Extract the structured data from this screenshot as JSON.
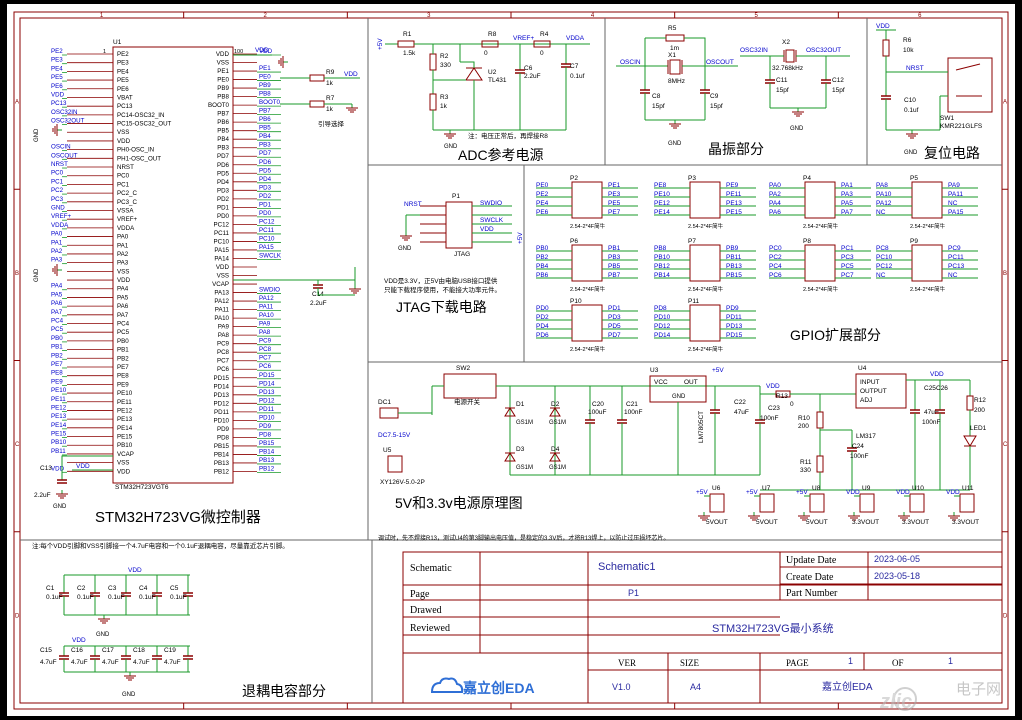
{
  "colors": {
    "wire": "#1a9a2a",
    "comp": "#8b0000",
    "net": "#0000cc",
    "frame": "#8b0000",
    "paper": "#ffffff",
    "logo": "#2f6fd6"
  },
  "frame": {
    "cols": [
      "1",
      "2",
      "3",
      "4",
      "5",
      "6"
    ],
    "rows": [
      "A",
      "B",
      "C",
      "D"
    ]
  },
  "blocks": {
    "mcu": "STM32H723VG微控制器",
    "adc": "ADC参考电源",
    "xtal": "晶振部分",
    "reset": "复位电路",
    "jtag": "JTAG下载电路",
    "gpio": "GPIO扩展部分",
    "power": "5V和3.3v电源原理图",
    "decoup": "退耦电容部分"
  },
  "notes": {
    "adc_note": "注：电压正常后，再焊接R8",
    "jtag_note1": "VDD是3.3V，正5V由电脑USB接口提供",
    "jtag_note2": "只能下载程序使用，不能接大功率元件。",
    "decoup_note": "注:每个VDD引脚和VSS引脚接一个4.7uF电容和一个0.1uF退耦电容，尽量靠近芯片引脚。",
    "power_note": "调试时，先不焊接R13，测试U4的第3脚输出电压值，是稳定的3.3V后，才将R13焊上，以防止过压损坏芯片。",
    "boot_note": "引导选择",
    "sw_label": "电源开关"
  },
  "mcu": {
    "ref": "U1",
    "part": "STM32H723VGT6",
    "left_pins": [
      "PE2",
      "PE3",
      "PE4",
      "PE5",
      "PE6",
      "VBAT",
      "PC13",
      "PC14-OSC32_IN",
      "PC15-OSC32_OUT",
      "VSS",
      "VDD",
      "PH0-OSC_IN",
      "PH1-OSC_OUT",
      "NRST",
      "PC0",
      "PC1",
      "PC2_C",
      "PC3_C",
      "VSSA",
      "VREF+",
      "VDDA",
      "PA0",
      "PA1",
      "PA2",
      "PA3",
      "VSS",
      "VDD",
      "PA4",
      "PA5",
      "PA6",
      "PA7",
      "PC4",
      "PC5",
      "PB0",
      "PB1",
      "PB2",
      "PE7",
      "PE8",
      "PE9",
      "PE10",
      "PE11",
      "PE12",
      "PE13",
      "PE14",
      "PE15",
      "PB10",
      "VCAP",
      "VSS",
      "VDD"
    ],
    "left_nets": [
      "PE2",
      "PE3",
      "PE4",
      "PE5",
      "PE6",
      "VDD",
      "PC13",
      "OSC32IN",
      "OSC32OUT",
      "",
      "",
      "OSCIN",
      "OSCOUT",
      "NRST",
      "PC0",
      "PC1",
      "PC2",
      "PC3",
      "GND",
      "VREF+",
      "VDDA",
      "PA0",
      "PA1",
      "PA2",
      "PA3",
      "",
      "",
      "PA4",
      "PA5",
      "PA6",
      "PA7",
      "PC4",
      "PC5",
      "PB0",
      "PB1",
      "PB2",
      "PE7",
      "PE8",
      "PE9",
      "PE10",
      "PE11",
      "PE12",
      "PE13",
      "PE14",
      "PE15",
      "PB10",
      "PB11",
      "",
      "VDD"
    ],
    "right_pins": [
      "VDD",
      "VSS",
      "PE1",
      "PE0",
      "PB9",
      "PB8",
      "BOOT0",
      "PB7",
      "PB6",
      "PB5",
      "PB4",
      "PB3",
      "PD7",
      "PD6",
      "PD5",
      "PD4",
      "PD3",
      "PD2",
      "PD1",
      "PD0",
      "PC12",
      "PC11",
      "PC10",
      "PA15",
      "PA14",
      "VDD",
      "VSS",
      "VCAP",
      "PA13",
      "PA12",
      "PA11",
      "PA10",
      "PA9",
      "PA8",
      "PC9",
      "PC8",
      "PC7",
      "PC6",
      "PD15",
      "PD14",
      "PD13",
      "PD12",
      "PD11",
      "PD10",
      "PD9",
      "PD8",
      "PB15",
      "PB14",
      "PB13",
      "PB12"
    ],
    "right_nets": [
      "VDD",
      "",
      "PE1",
      "PE0",
      "PB9",
      "PB8",
      "BOOT0",
      "PB7",
      "PB6",
      "PB5",
      "PB4",
      "PB3",
      "PD7",
      "PD6",
      "PD5",
      "PD4",
      "PD3",
      "PD2",
      "PD1",
      "PD0",
      "PC12",
      "PC11",
      "PC10",
      "PA15",
      "SWCLK",
      "",
      "",
      "",
      "SWDIO",
      "PA12",
      "PA11",
      "PA10",
      "PA9",
      "PA8",
      "PC9",
      "PC8",
      "PC7",
      "PC6",
      "PD15",
      "PD14",
      "PD13",
      "PD12",
      "PD11",
      "PD10",
      "PD9",
      "PD8",
      "PB15",
      "PB14",
      "PB13",
      "PB12"
    ],
    "pin_no_left_first": "1",
    "pin_no_right_first": "100",
    "r9": "R9",
    "r9v": "1k",
    "r7": "R7",
    "r7v": "1k",
    "c14": "C14",
    "c14v": "2.2uF",
    "c13": "C13",
    "c13v": "2.2uF",
    "vdd": "VDD",
    "gnd": "GND"
  },
  "adc": {
    "r1": "R1",
    "r1v": "1.5k",
    "r2": "R2",
    "r2v": "330",
    "r3": "R3",
    "r3v": "1k",
    "r8": "R8",
    "r8v": "0",
    "r4": "R4",
    "r4v": "0",
    "u2": "U2",
    "u2v": "TL431",
    "c6": "C6",
    "c6v": "2.2uF",
    "c7": "C7",
    "c7v": "0.1uf",
    "vref": "VREF+",
    "vdda": "VDDA",
    "v5": "+5V",
    "gnd": "GND"
  },
  "xtal": {
    "r5": "R5",
    "r5v": "1m",
    "x1": "X1",
    "x1v": "8MHz",
    "c8": "C8",
    "c8v": "15pf",
    "c9": "C9",
    "c9v": "15pf",
    "oscin": "OSCIN",
    "oscout": "OSCOUT",
    "x2": "X2",
    "x2v": "32.768kHz",
    "c11": "C11",
    "c11v": "15pf",
    "c12": "C12",
    "c12v": "15pf",
    "o32in": "OSC32IN",
    "o32out": "OSC32OUT",
    "gnd": "GND"
  },
  "reset": {
    "vdd": "VDD",
    "r6": "R6",
    "r6v": "10k",
    "nrst": "NRST",
    "c10": "C10",
    "c10v": "0.1uf",
    "sw": "SW1",
    "swv": "KMR221GLFS",
    "gnd": "GND"
  },
  "jtag": {
    "p1": "P1",
    "name": "JTAG",
    "nrst": "NRST",
    "swdio": "SWDIO",
    "swclk": "SWCLK",
    "vdd": "VDD",
    "gnd": "GND",
    "v5": "+5V"
  },
  "gpio": {
    "fp": "2.54-2*4F简牛",
    "headers": [
      {
        "ref": "P2",
        "l": [
          "PE0",
          "PE2",
          "PE4",
          "PE6"
        ],
        "r": [
          "PE1",
          "PE3",
          "PE5",
          "PE7"
        ]
      },
      {
        "ref": "P3",
        "l": [
          "PE8",
          "PE10",
          "PE12",
          "PE14"
        ],
        "r": [
          "PE9",
          "PE11",
          "PE13",
          "PE15"
        ]
      },
      {
        "ref": "P4",
        "l": [
          "PA0",
          "PA2",
          "PA4",
          "PA6"
        ],
        "r": [
          "PA1",
          "PA3",
          "PA5",
          "PA7"
        ]
      },
      {
        "ref": "P5",
        "l": [
          "PA8",
          "PA10",
          "PA12",
          "NC"
        ],
        "r": [
          "PA9",
          "PA11",
          "NC",
          "PA15"
        ]
      },
      {
        "ref": "P6",
        "l": [
          "PB0",
          "PB2",
          "PB4",
          "PB6"
        ],
        "r": [
          "PB1",
          "PB3",
          "PB5",
          "PB7"
        ]
      },
      {
        "ref": "P7",
        "l": [
          "PB8",
          "PB10",
          "PB12",
          "PB14"
        ],
        "r": [
          "PB9",
          "PB11",
          "PB13",
          "PB15"
        ]
      },
      {
        "ref": "P8",
        "l": [
          "PC0",
          "PC2",
          "PC4",
          "PC6"
        ],
        "r": [
          "PC1",
          "PC3",
          "PC5",
          "PC7"
        ]
      },
      {
        "ref": "P9",
        "l": [
          "PC8",
          "PC10",
          "PC12",
          "NC"
        ],
        "r": [
          "PC9",
          "PC11",
          "PC13",
          "NC"
        ]
      },
      {
        "ref": "P10",
        "l": [
          "PD0",
          "PD2",
          "PD4",
          "PD6"
        ],
        "r": [
          "PD1",
          "PD3",
          "PD5",
          "PD7"
        ]
      },
      {
        "ref": "P11",
        "l": [
          "PD8",
          "PD10",
          "PD12",
          "PD14"
        ],
        "r": [
          "PD9",
          "PD11",
          "PD13",
          "PD15"
        ]
      }
    ]
  },
  "power": {
    "sw2": "SW2",
    "dc1": "DC1",
    "dc1v": "DC7.5-15V",
    "u5": "U5",
    "u5v": "XY126V-5.0-2P",
    "d1": "D1",
    "d2": "D2",
    "d3": "D3",
    "d4": "D4",
    "dv": "GS1M",
    "c20": "C20",
    "c20v": "100uF",
    "c21": "C21",
    "c21v": "100nF",
    "u3": "U3",
    "u3v": "LM7805CT",
    "vcc": "VCC",
    "out": "OUT",
    "gnd": "GND",
    "c22": "C22",
    "c22v": "47uF",
    "c23": "C23",
    "c23v": "100nF",
    "v5": "+5V",
    "vdd": "VDD",
    "r13": "R13",
    "r13v": "0",
    "r10": "R10",
    "r10v": "200",
    "r11": "R11",
    "r11v": "330",
    "c24": "C24",
    "c24v": "100nF",
    "u4": "U4",
    "u4v": "LM317",
    "u4p1": "INPUT",
    "u4p2": "OUTPUT",
    "u4p3": "ADJ",
    "c25": "C25",
    "c25v": "47uF",
    "c26": "C26",
    "c26v": "100nF",
    "r12": "R12",
    "r12v": "200",
    "led": "LED1",
    "outs": [
      {
        "ref": "U6",
        "v": "+5V",
        "lab": "5VOUT"
      },
      {
        "ref": "U7",
        "v": "+5V",
        "lab": "5VOUT"
      },
      {
        "ref": "U8",
        "v": "+5V",
        "lab": "5VOUT"
      },
      {
        "ref": "U9",
        "v": "VDD",
        "lab": "3.3VOUT"
      },
      {
        "ref": "U10",
        "v": "VDD",
        "lab": "3.3VOUT"
      },
      {
        "ref": "U11",
        "v": "VDD",
        "lab": "3.3VOUT"
      }
    ]
  },
  "decoup": {
    "row1": [
      {
        "ref": "C1",
        "v": "0.1uF"
      },
      {
        "ref": "C2",
        "v": "0.1uF"
      },
      {
        "ref": "C3",
        "v": "0.1uF"
      },
      {
        "ref": "C4",
        "v": "0.1uF"
      },
      {
        "ref": "C5",
        "v": "0.1uF"
      }
    ],
    "row2": [
      {
        "ref": "C15",
        "v": "4.7uF"
      },
      {
        "ref": "C16",
        "v": "4.7uF"
      },
      {
        "ref": "C17",
        "v": "4.7uF"
      },
      {
        "ref": "C18",
        "v": "4.7uF"
      },
      {
        "ref": "C19",
        "v": "4.7uF"
      }
    ],
    "vdd": "VDD",
    "gnd": "GND"
  },
  "titleblock": {
    "schematic_label": "Schematic",
    "schematic_value": "Schematic1",
    "page_label": "Page",
    "page_value": "P1",
    "drawed_label": "Drawed",
    "reviewed_label": "Reviewed",
    "update_label": "Update Date",
    "update_value": "2023-06-05",
    "create_label": "Create Date",
    "create_value": "2023-05-18",
    "partno_label": "Part Number",
    "project": "STM32H723VG最小系统",
    "ver_label": "VER",
    "ver_value": "V1.0",
    "size_label": "SIZE",
    "size_value": "A4",
    "pagecount_label": "PAGE",
    "pagecount_value": "1",
    "of_label": "OF",
    "of_value": "1",
    "logo": "嘉立创EDA",
    "company": "嘉立创EDA"
  },
  "watermark": {
    "site": "电子网",
    "domain": "zlic"
  }
}
